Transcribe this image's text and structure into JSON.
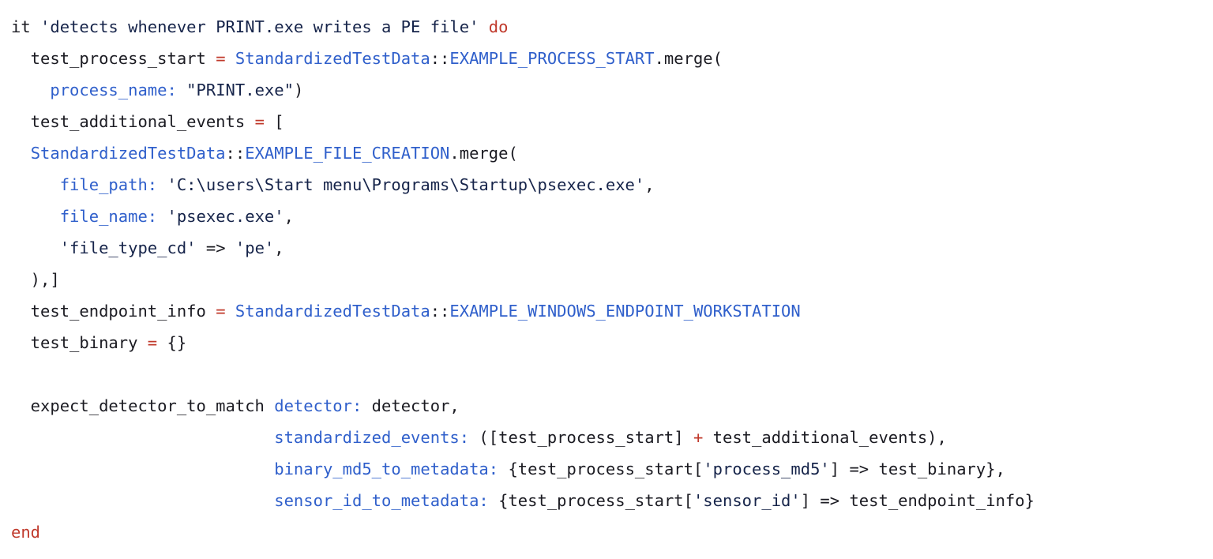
{
  "editor": {
    "language": "ruby",
    "background": "#ffffff",
    "colors": {
      "keyword": "#c0392b",
      "operator": "#c0392b",
      "constant": "#2f5fcb",
      "symbol": "#2f5fcb",
      "string": "#16244a",
      "plain": "#1b1b22"
    },
    "lines": [
      {
        "index": 0,
        "indent": 0,
        "text": "it 'detects whenever PRINT.exe writes a PE file' do",
        "tokens": [
          {
            "t": "it ",
            "k": "plain"
          },
          {
            "t": "'detects whenever PRINT.exe writes a PE file'",
            "k": "string"
          },
          {
            "t": " ",
            "k": "plain"
          },
          {
            "t": "do",
            "k": "keyword"
          }
        ]
      },
      {
        "index": 1,
        "indent": 2,
        "text": "  test_process_start = StandardizedTestData::EXAMPLE_PROCESS_START.merge(",
        "tokens": [
          {
            "t": "  test_process_start ",
            "k": "plain"
          },
          {
            "t": "=",
            "k": "operator"
          },
          {
            "t": " ",
            "k": "plain"
          },
          {
            "t": "StandardizedTestData",
            "k": "const"
          },
          {
            "t": "::",
            "k": "plain"
          },
          {
            "t": "EXAMPLE_PROCESS_START",
            "k": "const"
          },
          {
            "t": ".merge(",
            "k": "plain"
          }
        ]
      },
      {
        "index": 2,
        "indent": 4,
        "text": "    process_name: \"PRINT.exe\")",
        "tokens": [
          {
            "t": "    ",
            "k": "plain"
          },
          {
            "t": "process_name:",
            "k": "symbol"
          },
          {
            "t": " ",
            "k": "plain"
          },
          {
            "t": "\"PRINT.exe\"",
            "k": "string"
          },
          {
            "t": ")",
            "k": "plain"
          }
        ]
      },
      {
        "index": 3,
        "indent": 2,
        "text": "  test_additional_events = [",
        "tokens": [
          {
            "t": "  test_additional_events ",
            "k": "plain"
          },
          {
            "t": "=",
            "k": "operator"
          },
          {
            "t": " [",
            "k": "plain"
          }
        ]
      },
      {
        "index": 4,
        "indent": 2,
        "text": "  StandardizedTestData::EXAMPLE_FILE_CREATION.merge(",
        "tokens": [
          {
            "t": "  ",
            "k": "plain"
          },
          {
            "t": "StandardizedTestData",
            "k": "const"
          },
          {
            "t": "::",
            "k": "plain"
          },
          {
            "t": "EXAMPLE_FILE_CREATION",
            "k": "const"
          },
          {
            "t": ".merge(",
            "k": "plain"
          }
        ]
      },
      {
        "index": 5,
        "indent": 5,
        "text": "     file_path: 'C:\\users\\Start menu\\Programs\\Startup\\psexec.exe',",
        "tokens": [
          {
            "t": "     ",
            "k": "plain"
          },
          {
            "t": "file_path:",
            "k": "symbol"
          },
          {
            "t": " ",
            "k": "plain"
          },
          {
            "t": "'C:\\users\\Start menu\\Programs\\Startup\\psexec.exe'",
            "k": "string"
          },
          {
            "t": ",",
            "k": "plain"
          }
        ]
      },
      {
        "index": 6,
        "indent": 5,
        "text": "     file_name: 'psexec.exe',",
        "tokens": [
          {
            "t": "     ",
            "k": "plain"
          },
          {
            "t": "file_name:",
            "k": "symbol"
          },
          {
            "t": " ",
            "k": "plain"
          },
          {
            "t": "'psexec.exe'",
            "k": "string"
          },
          {
            "t": ",",
            "k": "plain"
          }
        ]
      },
      {
        "index": 7,
        "indent": 5,
        "text": "     'file_type_cd' => 'pe',",
        "tokens": [
          {
            "t": "     ",
            "k": "plain"
          },
          {
            "t": "'file_type_cd'",
            "k": "string"
          },
          {
            "t": " => ",
            "k": "plain"
          },
          {
            "t": "'pe'",
            "k": "string"
          },
          {
            "t": ",",
            "k": "plain"
          }
        ]
      },
      {
        "index": 8,
        "indent": 2,
        "text": "  ),]",
        "tokens": [
          {
            "t": "  ),]",
            "k": "plain"
          }
        ]
      },
      {
        "index": 9,
        "indent": 2,
        "text": "  test_endpoint_info = StandardizedTestData::EXAMPLE_WINDOWS_ENDPOINT_WORKSTATION",
        "tokens": [
          {
            "t": "  test_endpoint_info ",
            "k": "plain"
          },
          {
            "t": "=",
            "k": "operator"
          },
          {
            "t": " ",
            "k": "plain"
          },
          {
            "t": "StandardizedTestData",
            "k": "const"
          },
          {
            "t": "::",
            "k": "plain"
          },
          {
            "t": "EXAMPLE_WINDOWS_ENDPOINT_WORKSTATION",
            "k": "const"
          }
        ]
      },
      {
        "index": 10,
        "indent": 2,
        "text": "  test_binary = {}",
        "tokens": [
          {
            "t": "  test_binary ",
            "k": "plain"
          },
          {
            "t": "=",
            "k": "operator"
          },
          {
            "t": " {}",
            "k": "plain"
          }
        ]
      },
      {
        "index": 11,
        "indent": 0,
        "text": "",
        "tokens": []
      },
      {
        "index": 12,
        "indent": 2,
        "text": "  expect_detector_to_match detector: detector,",
        "tokens": [
          {
            "t": "  expect_detector_to_match ",
            "k": "plain"
          },
          {
            "t": "detector:",
            "k": "symbol"
          },
          {
            "t": " detector,",
            "k": "plain"
          }
        ]
      },
      {
        "index": 13,
        "indent": 27,
        "text": "                           standardized_events: ([test_process_start] + test_additional_events),",
        "tokens": [
          {
            "t": "                           ",
            "k": "plain"
          },
          {
            "t": "standardized_events:",
            "k": "symbol"
          },
          {
            "t": " ([test_process_start] ",
            "k": "plain"
          },
          {
            "t": "+",
            "k": "operator"
          },
          {
            "t": " test_additional_events),",
            "k": "plain"
          }
        ]
      },
      {
        "index": 14,
        "indent": 27,
        "text": "                           binary_md5_to_metadata: {test_process_start['process_md5'] => test_binary},",
        "tokens": [
          {
            "t": "                           ",
            "k": "plain"
          },
          {
            "t": "binary_md5_to_metadata:",
            "k": "symbol"
          },
          {
            "t": " {test_process_start[",
            "k": "plain"
          },
          {
            "t": "'process_md5'",
            "k": "string"
          },
          {
            "t": "] => test_binary},",
            "k": "plain"
          }
        ]
      },
      {
        "index": 15,
        "indent": 27,
        "text": "                           sensor_id_to_metadata: {test_process_start['sensor_id'] => test_endpoint_info}",
        "tokens": [
          {
            "t": "                           ",
            "k": "plain"
          },
          {
            "t": "sensor_id_to_metadata:",
            "k": "symbol"
          },
          {
            "t": " {test_process_start[",
            "k": "plain"
          },
          {
            "t": "'sensor_id'",
            "k": "string"
          },
          {
            "t": "] => test_endpoint_info}",
            "k": "plain"
          }
        ]
      },
      {
        "index": 16,
        "indent": 0,
        "text": "end",
        "tokens": [
          {
            "t": "end",
            "k": "keyword"
          }
        ]
      }
    ]
  }
}
